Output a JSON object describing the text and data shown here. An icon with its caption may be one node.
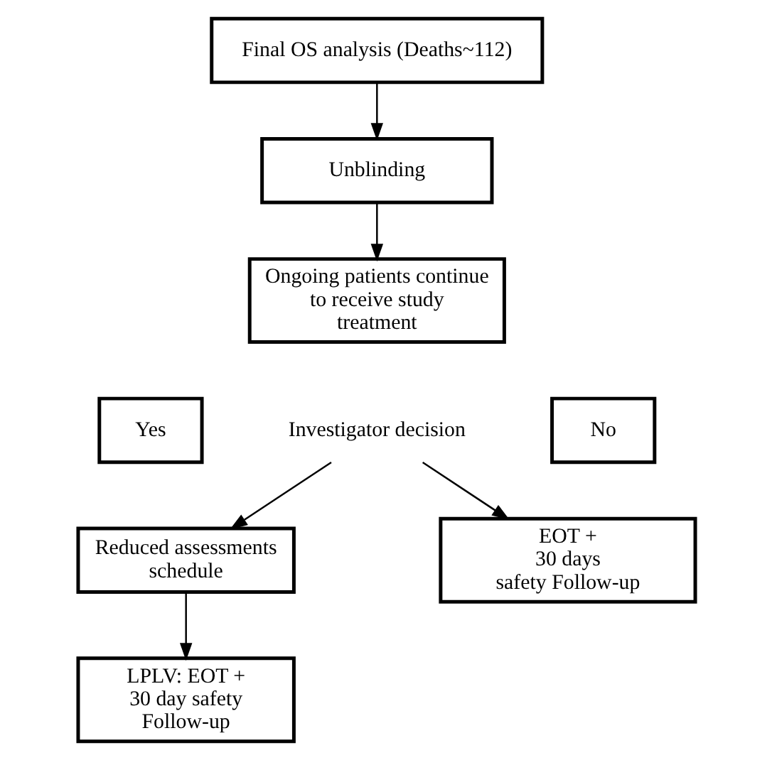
{
  "diagram": {
    "nodes": [
      {
        "text": [
          "Final OS analysis (Deaths~112)"
        ]
      },
      {
        "text": [
          "Unblinding"
        ]
      },
      {
        "text": [
          "Ongoing patients continue to receive study treatment"
        ]
      },
      {
        "text": [
          "Yes"
        ]
      },
      {
        "text": [
          "Investigator decision"
        ]
      },
      {
        "text": [
          "No"
        ]
      },
      {
        "text": [
          "Reduced assessments schedule"
        ]
      },
      {
        "text": [
          "EOT + 30 days safety Follow-up"
        ]
      },
      {
        "text": [
          "LPLV: EOT + 30 day safety Follow-up"
        ]
      }
    ],
    "edges": [
      {
        "from": 0,
        "to": 1,
        "arrow": "to"
      },
      {
        "from": 1,
        "to": 2,
        "arrow": "to"
      },
      {
        "from": 4,
        "to": 6,
        "arrow": "to"
      },
      {
        "from": 4,
        "to": 7,
        "arrow": "to"
      },
      {
        "from": 6,
        "to": 8,
        "arrow": "to"
      }
    ]
  }
}
